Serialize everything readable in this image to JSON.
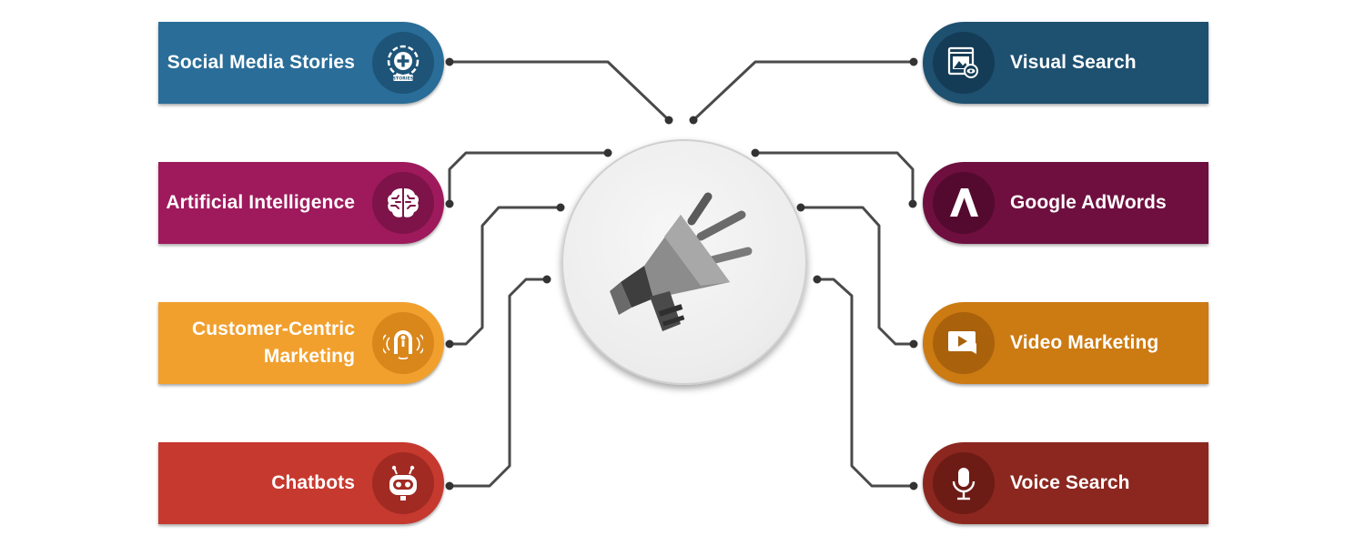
{
  "items": {
    "social_media_stories": {
      "label": "Social Media Stories",
      "icon": "stories-add-icon",
      "badge_text": "STORIES"
    },
    "artificial_intelligence": {
      "label": "Artificial Intelligence",
      "icon": "brain-icon"
    },
    "customer_centric_marketing": {
      "label_line1": "Customer-Centric",
      "label_line2": "Marketing",
      "icon": "magnet-icon"
    },
    "chatbots": {
      "label": "Chatbots",
      "icon": "robot-icon"
    },
    "visual_search": {
      "label": "Visual Search",
      "icon": "image-search-icon"
    },
    "google_adwords": {
      "label": "Google AdWords",
      "icon": "adwords-icon"
    },
    "video_marketing": {
      "label": "Video Marketing",
      "icon": "video-play-icon"
    },
    "voice_search": {
      "label": "Voice Search",
      "icon": "microphone-icon"
    }
  },
  "center": {
    "icon": "megaphone-icon"
  },
  "colors": {
    "social_media_stories": "#2a6d98",
    "artificial_intelligence": "#9e1a5c",
    "customer_centric_marketing": "#f1a02e",
    "chatbots": "#c6392f",
    "visual_search": "#1e5070",
    "google_adwords": "#6e0f3f",
    "video_marketing": "#cc7a12",
    "voice_search": "#8b271f",
    "connector": "#4a4a4a"
  }
}
